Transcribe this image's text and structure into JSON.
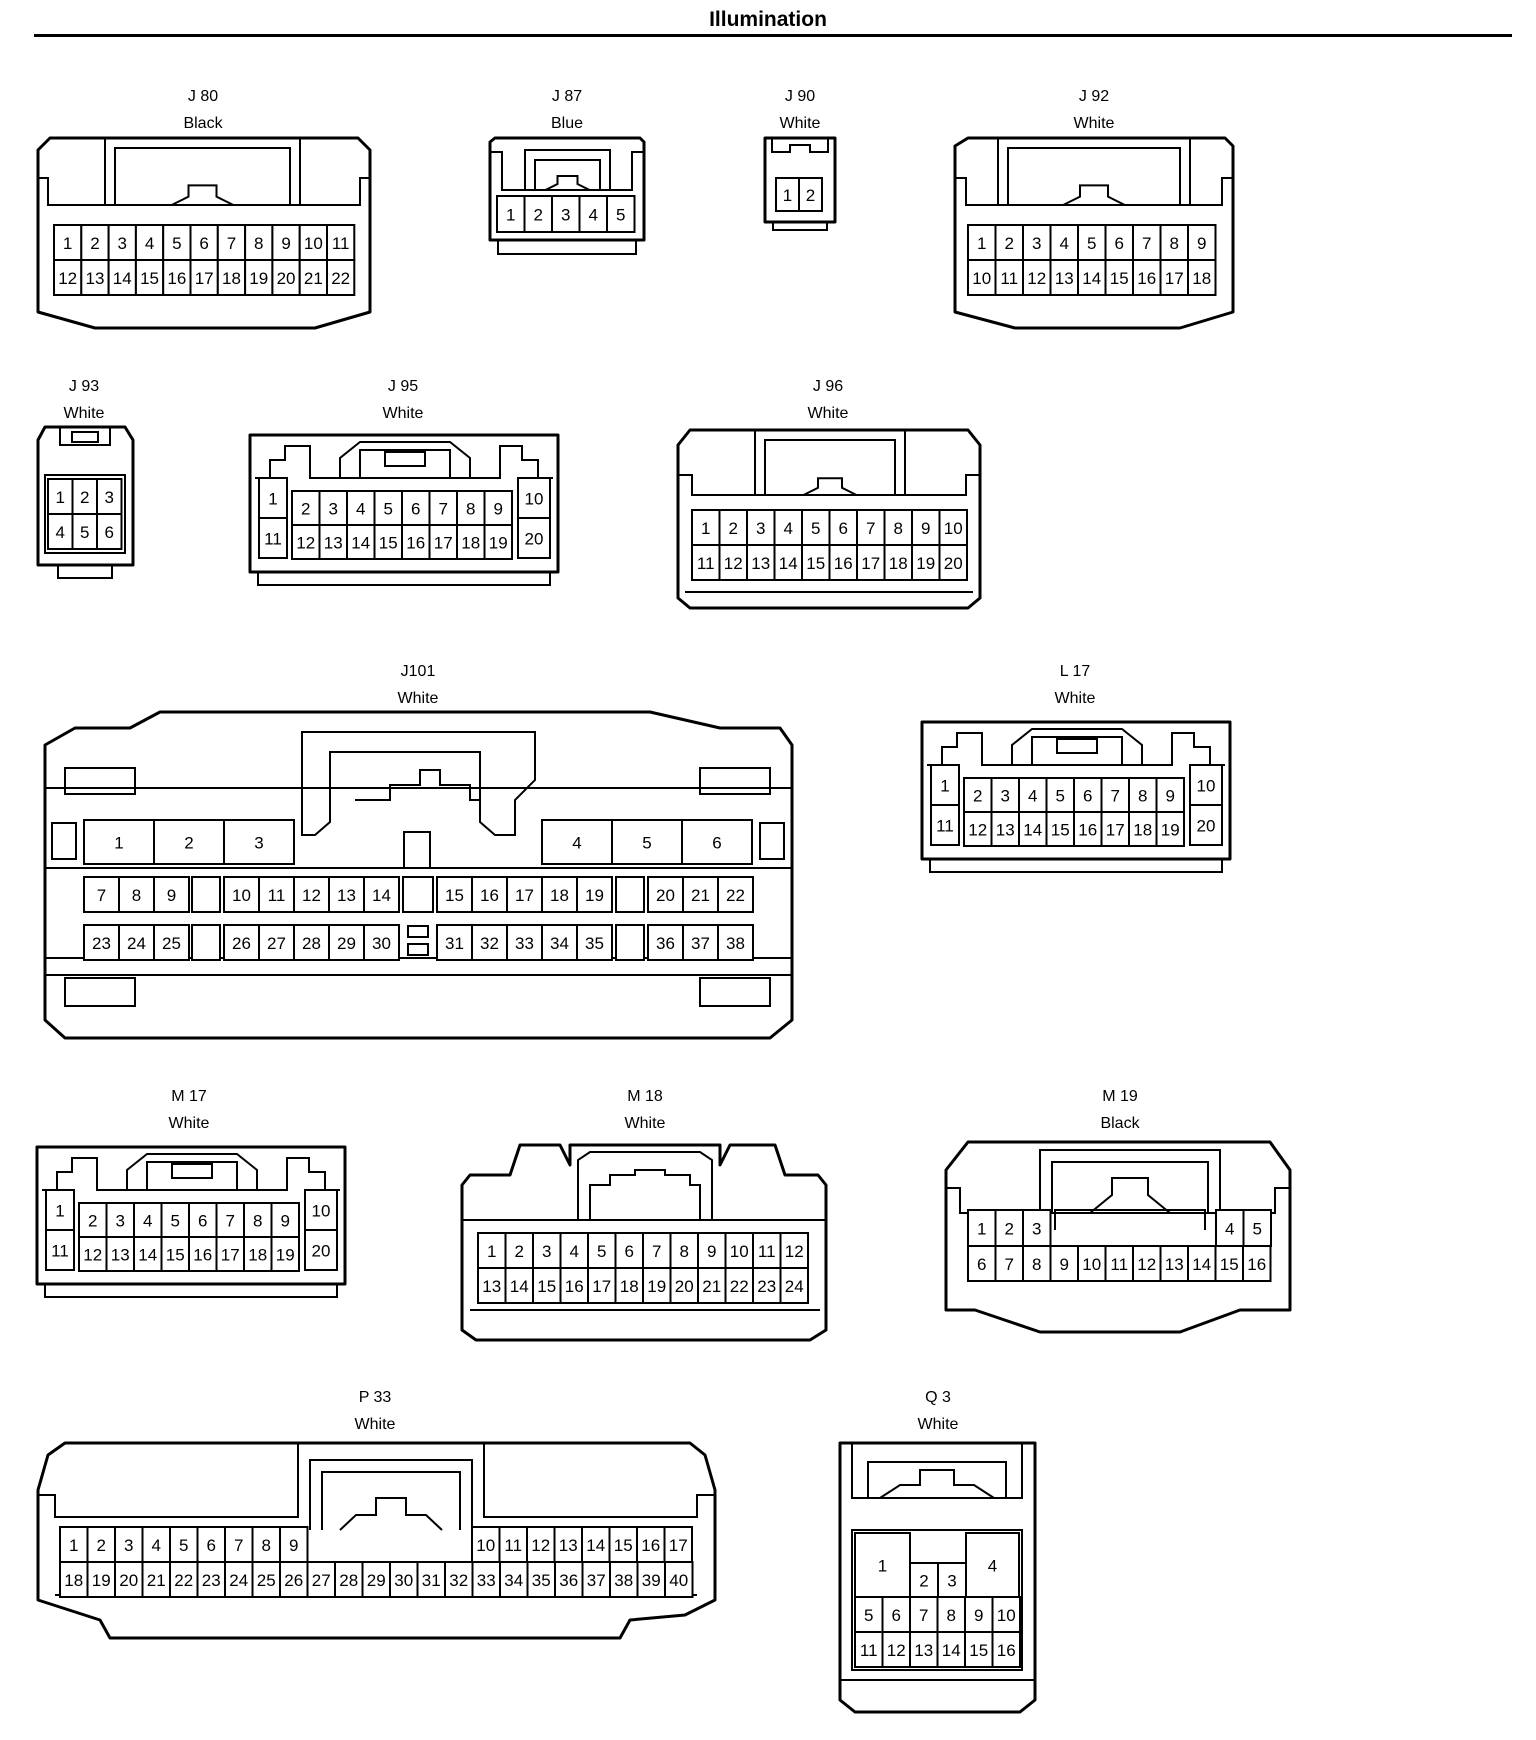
{
  "title": "Illumination",
  "colors": {
    "line": "#000000",
    "background": "#ffffff"
  },
  "connectors": [
    {
      "id": "J 80",
      "color": "Black",
      "rows": [
        [
          "1",
          "2",
          "3",
          "4",
          "5",
          "6",
          "7",
          "8",
          "9",
          "10",
          "11"
        ],
        [
          "12",
          "13",
          "14",
          "15",
          "16",
          "17",
          "18",
          "19",
          "20",
          "21",
          "22"
        ]
      ]
    },
    {
      "id": "J 87",
      "color": "Blue",
      "rows": [
        [
          "1",
          "2",
          "3",
          "4",
          "5"
        ]
      ]
    },
    {
      "id": "J 90",
      "color": "White",
      "rows": [
        [
          "1",
          "2"
        ]
      ]
    },
    {
      "id": "J 92",
      "color": "White",
      "rows": [
        [
          "1",
          "2",
          "3",
          "4",
          "5",
          "6",
          "7",
          "8",
          "9"
        ],
        [
          "10",
          "11",
          "12",
          "13",
          "14",
          "15",
          "16",
          "17",
          "18"
        ]
      ]
    },
    {
      "id": "J 93",
      "color": "White",
      "rows": [
        [
          "1",
          "2",
          "3"
        ],
        [
          "4",
          "5",
          "6"
        ]
      ]
    },
    {
      "id": "J 95",
      "color": "White",
      "rows": [
        [
          "1",
          "2",
          "3",
          "4",
          "5",
          "6",
          "7",
          "8",
          "9",
          "10"
        ],
        [
          "11",
          "12",
          "13",
          "14",
          "15",
          "16",
          "17",
          "18",
          "19",
          "20"
        ]
      ]
    },
    {
      "id": "J 96",
      "color": "White",
      "rows": [
        [
          "1",
          "2",
          "3",
          "4",
          "5",
          "6",
          "7",
          "8",
          "9",
          "10"
        ],
        [
          "11",
          "12",
          "13",
          "14",
          "15",
          "16",
          "17",
          "18",
          "19",
          "20"
        ]
      ]
    },
    {
      "id": "J101",
      "color": "White",
      "rows": [
        [
          "1",
          "2",
          "3",
          "4",
          "5",
          "6"
        ],
        [
          "7",
          "8",
          "9",
          "10",
          "11",
          "12",
          "13",
          "14",
          "15",
          "16",
          "17",
          "18",
          "19",
          "20",
          "21",
          "22"
        ],
        [
          "23",
          "24",
          "25",
          "26",
          "27",
          "28",
          "29",
          "30",
          "31",
          "32",
          "33",
          "34",
          "35",
          "36",
          "37",
          "38"
        ]
      ]
    },
    {
      "id": "L 17",
      "color": "White",
      "rows": [
        [
          "1",
          "2",
          "3",
          "4",
          "5",
          "6",
          "7",
          "8",
          "9",
          "10"
        ],
        [
          "11",
          "12",
          "13",
          "14",
          "15",
          "16",
          "17",
          "18",
          "19",
          "20"
        ]
      ]
    },
    {
      "id": "M 17",
      "color": "White",
      "rows": [
        [
          "1",
          "2",
          "3",
          "4",
          "5",
          "6",
          "7",
          "8",
          "9",
          "10"
        ],
        [
          "11",
          "12",
          "13",
          "14",
          "15",
          "16",
          "17",
          "18",
          "19",
          "20"
        ]
      ]
    },
    {
      "id": "M 18",
      "color": "White",
      "rows": [
        [
          "1",
          "2",
          "3",
          "4",
          "5",
          "6",
          "7",
          "8",
          "9",
          "10",
          "11",
          "12"
        ],
        [
          "13",
          "14",
          "15",
          "16",
          "17",
          "18",
          "19",
          "20",
          "21",
          "22",
          "23",
          "24"
        ]
      ]
    },
    {
      "id": "M 19",
      "color": "Black",
      "rows": [
        [
          "1",
          "2",
          "3",
          "4",
          "5"
        ],
        [
          "6",
          "7",
          "8",
          "9",
          "10",
          "11",
          "12",
          "13",
          "14",
          "15",
          "16"
        ]
      ]
    },
    {
      "id": "P 33",
      "color": "White",
      "rows": [
        [
          "1",
          "2",
          "3",
          "4",
          "5",
          "6",
          "7",
          "8",
          "9",
          "10",
          "11",
          "12",
          "13",
          "14",
          "15",
          "16",
          "17"
        ],
        [
          "18",
          "19",
          "20",
          "21",
          "22",
          "23",
          "24",
          "25",
          "26",
          "27",
          "28",
          "29",
          "30",
          "31",
          "32",
          "33",
          "34",
          "35",
          "36",
          "37",
          "38",
          "39",
          "40"
        ]
      ]
    },
    {
      "id": "Q 3",
      "color": "White",
      "rows": [
        [
          "1",
          "2",
          "3",
          "4"
        ],
        [
          "5",
          "6",
          "7",
          "8",
          "9",
          "10"
        ],
        [
          "11",
          "12",
          "13",
          "14",
          "15",
          "16"
        ]
      ]
    }
  ]
}
